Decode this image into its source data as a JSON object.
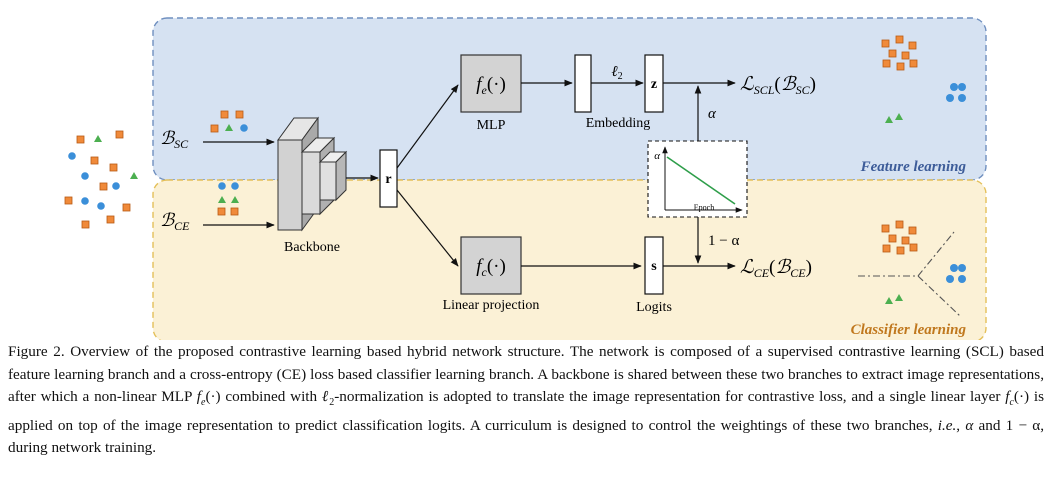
{
  "figure": {
    "inputs": {
      "sc_label": "ℬSC",
      "ce_label": "ℬCE"
    },
    "backbone_label": "Backbone",
    "r_label": "r",
    "mlp": {
      "func": "fe(·)",
      "label": "MLP"
    },
    "embedding": {
      "label": "Embedding",
      "norm": "ℓ2",
      "z": "z"
    },
    "linear": {
      "func": "fc(·)",
      "label": "Linear projection"
    },
    "logits": {
      "s": "s",
      "label": "Logits"
    },
    "loss_scl": "ℒSCL(ℬSC)",
    "loss_ce": "ℒCE(ℬCE)",
    "alpha": "α",
    "one_minus_alpha": "1 − α",
    "curriculum": {
      "y_axis": "α",
      "x_axis": "Epoch"
    },
    "region_top": "Feature learning",
    "region_bottom": "Classifier learning",
    "colors": {
      "top_region_fill": "#d6e2f2",
      "top_region_border": "#6f8fbf",
      "top_region_text": "#3d5c99",
      "bottom_region_fill": "#fbf1d6",
      "bottom_region_border": "#e4c05a",
      "bottom_region_text": "#c0781e",
      "square_class": "#f08a3a",
      "triangle_class": "#4caf50",
      "circle_class": "#3b8fd9",
      "curve": "#2e9e4a"
    }
  },
  "caption": {
    "label": "Figure 2.",
    "text_a": "Overview of the proposed contrastive learning based hybrid network structure. The network is composed of a supervised contrastive learning (SCL) based feature learning branch and a cross-entropy (CE) loss based classifier learning branch. A backbone is shared between these two branches to extract image representations, after which a non-linear MLP ",
    "fe": "fe(·)",
    "text_b": " combined with ",
    "l2": "ℓ2",
    "text_c": "-normalization is adopted to translate the image representation for contrastive loss, and a single linear layer ",
    "fc": "fc(·)",
    "text_d": " is applied on top of the image representation to predict classification logits. A curriculum is designed to control the weightings of these two branches, ",
    "ie": "i.e.",
    "text_e": ", ",
    "alpha": "α",
    "text_f": " and ",
    "one_minus_alpha": "1 − α",
    "text_g": ", during network training."
  }
}
